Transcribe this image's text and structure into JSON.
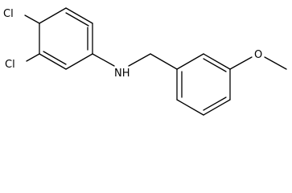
{
  "structure": {
    "atoms": {
      "chlorine_upper": "Cl",
      "chlorine_lower": "Cl",
      "amine": "NH",
      "methoxy_oxygen": "O"
    }
  },
  "colors": {
    "bond": "#000000",
    "label": "#000000",
    "background": "#ffffff"
  }
}
